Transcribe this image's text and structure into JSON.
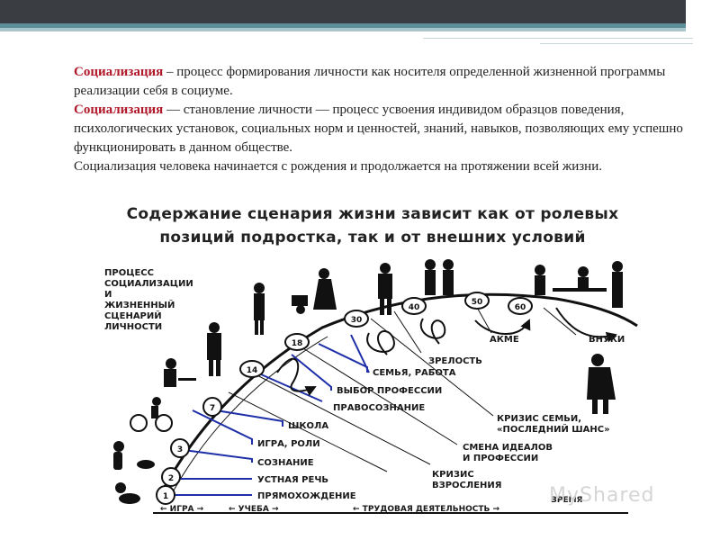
{
  "text": {
    "term1": "Социализация",
    "def1": " – процесс формирования личности как носителя определенной жизненной программы реализации себя в социуме.",
    "term2": "Социализация",
    "def2": " — становление личности — процесс усвоения индивидом образцов поведения, психологических установок, социальных норм и ценностей, знаний, навыков, позволяющих ему успешно функционировать в данном обществе.",
    "para3": "Социализация человека начинается с рождения и продолжается на протяжении всей жизни."
  },
  "figure": {
    "title_line1": "Содержание сценария жизни зависит как от ролевых",
    "title_line2": "позиций подростка, так и  от внешних условий",
    "caption_lines": [
      "ПРОЦЕСС",
      "СОЦИАЛИЗАЦИИ",
      "И",
      "ЖИЗНЕННЫЙ",
      "СЦЕНАРИЙ",
      "ЛИЧНОСТИ"
    ],
    "ages": [
      "1",
      "2",
      "3",
      "7",
      "14",
      "18",
      "30",
      "40",
      "50",
      "60"
    ],
    "stages": {
      "walking": "ПРЯМОХОЖДЕНИЕ",
      "speech": "УСТНАЯ РЕЧЬ",
      "consciousness": "СОЗНАНИЕ",
      "play": "ИГРА, РОЛИ",
      "school": "ШКОЛА",
      "legal": "ПРАВОСОЗНАНИЕ",
      "profession": "ВЫБОР ПРОФЕССИИ",
      "family": "СЕМЬЯ, РАБОТА",
      "maturity": "ЗРЕЛОСТЬ",
      "acme": "АКМЕ",
      "grandchildren": "ВНУКИ",
      "family_crisis_1": "КРИЗИС СЕМЬИ,",
      "family_crisis_2": "«ПОСЛЕДНИЙ ШАНС»",
      "ideals_1": "СМЕНА ИДЕАЛОВ",
      "ideals_2": "И ПРОФЕССИИ",
      "adult_crisis_1": "КРИЗИС",
      "adult_crisis_2": "ВЗРОСЛЕНИЯ"
    },
    "timeline": {
      "play": "← ИГРА →",
      "study": "← УЧЕБА →",
      "work": "← ТРУДОВАЯ ДЕЯТЕЛЬНОСТЬ →",
      "time": "ВРЕМЯ"
    }
  },
  "watermark": "MyShared",
  "colors": {
    "accent": "#b0182a",
    "blue": "#1d2ea8",
    "dark": "#3a3d42",
    "teal": "#5e8f98"
  }
}
